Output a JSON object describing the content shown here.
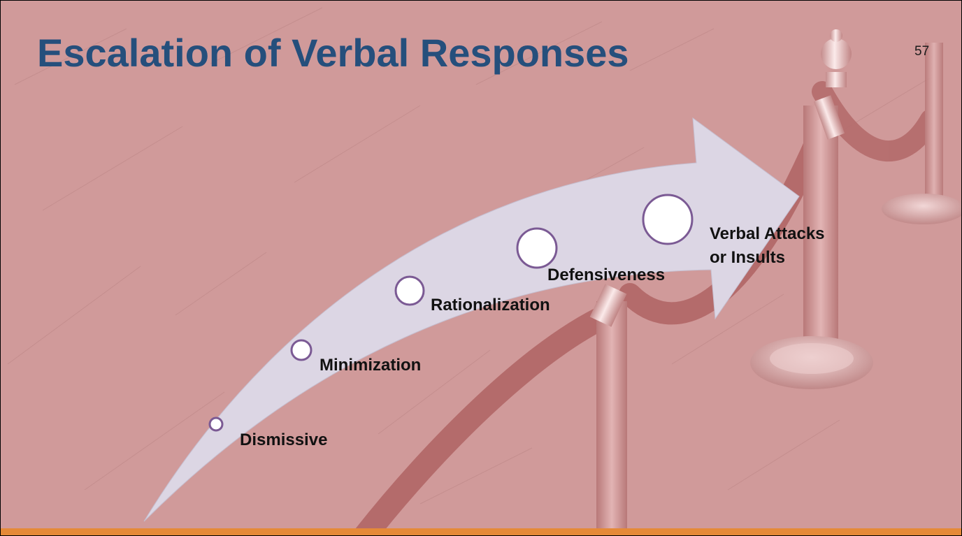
{
  "slide": {
    "title": "Escalation of Verbal Responses",
    "number": "57"
  },
  "diagram": {
    "type": "ascending-arrow-process",
    "steps": [
      {
        "label": "Dismissive"
      },
      {
        "label": "Minimization"
      },
      {
        "label": "Rationalization"
      },
      {
        "label": "Defensiveness"
      },
      {
        "label_line1": "Verbal Attacks",
        "label_line2": "or Insults"
      }
    ]
  },
  "colors": {
    "background": "#d09a9a",
    "title": "#254f7c",
    "arrow_fill": "#dcd6e4",
    "circle_stroke": "#7b5a94",
    "circle_fill": "#ffffff",
    "accent_bar": "#e58a38"
  }
}
